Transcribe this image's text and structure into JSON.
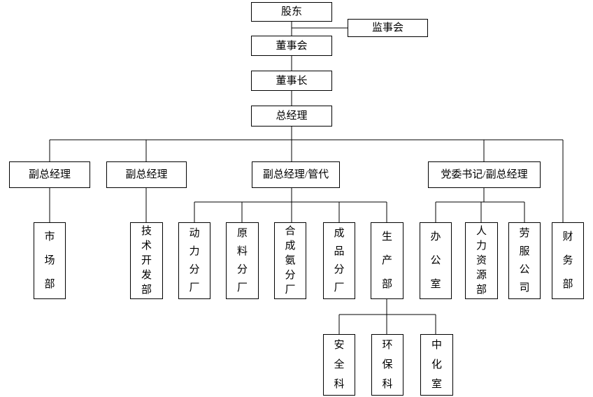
{
  "diagram": {
    "type": "org-chart",
    "background_color": "#ffffff",
    "line_color": "#000000",
    "box_border_color": "#000000",
    "text_color": "#000000",
    "nodes": {
      "shareholders": "股东",
      "supervisory_board": "监事会",
      "board_of_directors": "董事会",
      "chairman": "董事长",
      "general_manager": "总经理",
      "deputy_gm_1": "副总经理",
      "deputy_gm_2": "副总经理",
      "deputy_gm_mgmt_rep": "副总经理/管代",
      "party_secretary_deputy_gm": "党委书记/副总经理",
      "marketing_dept": "市场部",
      "tech_dev_dept": "技术开发部",
      "power_branch": "动力分厂",
      "raw_material_branch": "原料分厂",
      "ammonia_branch": "合成氨分厂",
      "finished_goods_branch": "成品分厂",
      "production_dept": "生产部",
      "office": "办公室",
      "hr_dept": "人力资源部",
      "labor_service_company": "劳服公司",
      "finance_dept": "财务部",
      "safety_section": "安全科",
      "env_protection_section": "环保科",
      "central_chem_lab": "中化室"
    },
    "hierarchy": [
      {
        "parent": "shareholders",
        "children": [
          "supervisory_board",
          "board_of_directors"
        ]
      },
      {
        "parent": "board_of_directors",
        "children": [
          "chairman"
        ]
      },
      {
        "parent": "chairman",
        "children": [
          "general_manager"
        ]
      },
      {
        "parent": "general_manager",
        "children": [
          "deputy_gm_1",
          "deputy_gm_2",
          "deputy_gm_mgmt_rep",
          "party_secretary_deputy_gm",
          "finance_dept"
        ]
      },
      {
        "parent": "deputy_gm_1",
        "children": [
          "marketing_dept"
        ]
      },
      {
        "parent": "deputy_gm_2",
        "children": [
          "tech_dev_dept"
        ]
      },
      {
        "parent": "deputy_gm_mgmt_rep",
        "children": [
          "power_branch",
          "raw_material_branch",
          "ammonia_branch",
          "finished_goods_branch",
          "production_dept"
        ]
      },
      {
        "parent": "party_secretary_deputy_gm",
        "children": [
          "office",
          "hr_dept",
          "labor_service_company"
        ]
      },
      {
        "parent": "production_dept",
        "children": [
          "safety_section",
          "env_protection_section",
          "central_chem_lab"
        ]
      }
    ]
  }
}
